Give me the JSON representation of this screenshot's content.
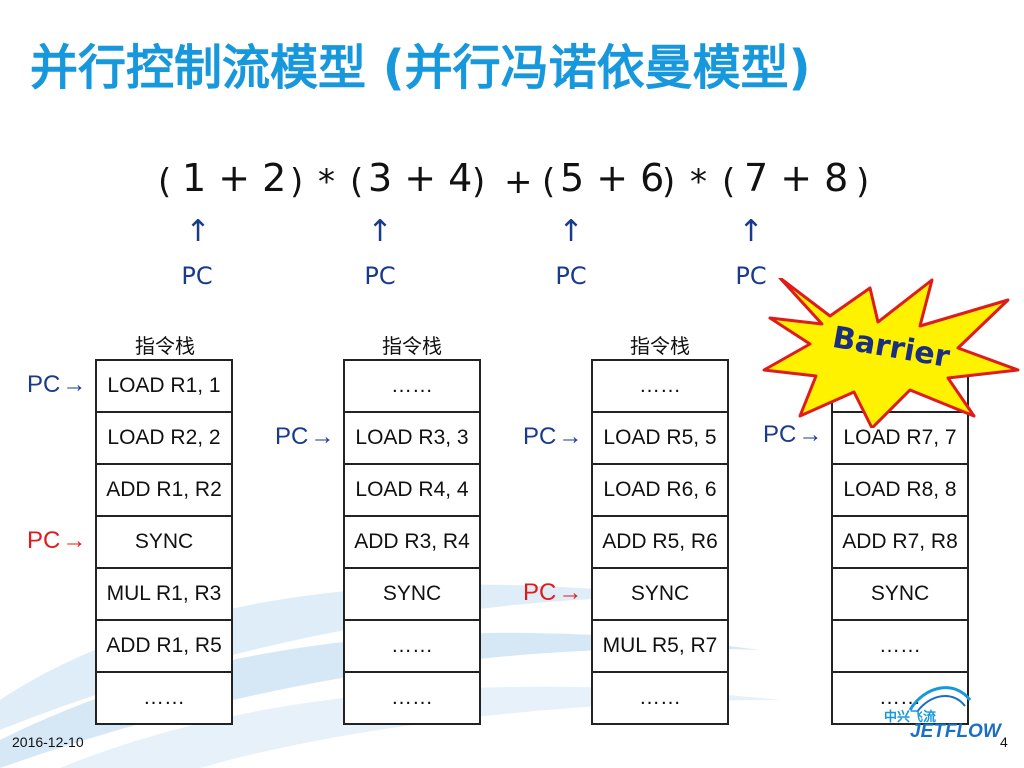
{
  "title": "并行控制流模型 (并行冯诺依曼模型)",
  "expression": {
    "lp1": "(",
    "a": "1 + 2",
    "rp1": ")",
    "mul1": "*",
    "lp2": "(",
    "b": "3 + 4",
    "rp2": ")",
    "plus": "+",
    "lp3": "(",
    "c": "5 + 6",
    "rp3": ")",
    "mul2": "*",
    "lp4": "(",
    "d": "7 + 8",
    "rp4": ")"
  },
  "pointers": [
    "PC",
    "PC",
    "PC",
    "PC"
  ],
  "arrow": "↑",
  "stack_title": "指令栈",
  "pc_label": "PC",
  "pc_arrow": "→",
  "stacks": [
    {
      "cells": [
        "LOAD R1, 1",
        "LOAD R2, 2",
        "ADD R1, R2",
        "SYNC",
        "MUL R1, R3",
        "ADD R1, R5",
        "……"
      ]
    },
    {
      "cells": [
        "……",
        "LOAD R3, 3",
        "LOAD R4, 4",
        "ADD R3, R4",
        "SYNC",
        "……",
        "……"
      ]
    },
    {
      "cells": [
        "……",
        "LOAD R5, 5",
        "LOAD R6, 6",
        "ADD R5, R6",
        "SYNC",
        "MUL R5, R7",
        "……"
      ]
    },
    {
      "cells": [
        "",
        "LOAD R7, 7",
        "LOAD R8, 8",
        "ADD R7, R8",
        "SYNC",
        "……",
        "……"
      ]
    }
  ],
  "barrier": "Barrier",
  "footer": {
    "date": "2016-12-10",
    "page": "4"
  },
  "logo": {
    "cn": "中兴飞流",
    "en": "JETFLOW"
  },
  "colors": {
    "title": "#1798dc",
    "pc_blue": "#1a3a8c",
    "pc_red": "#e01b1b",
    "burst_fill": "#fff200",
    "burst_stroke": "#e01b1b"
  }
}
